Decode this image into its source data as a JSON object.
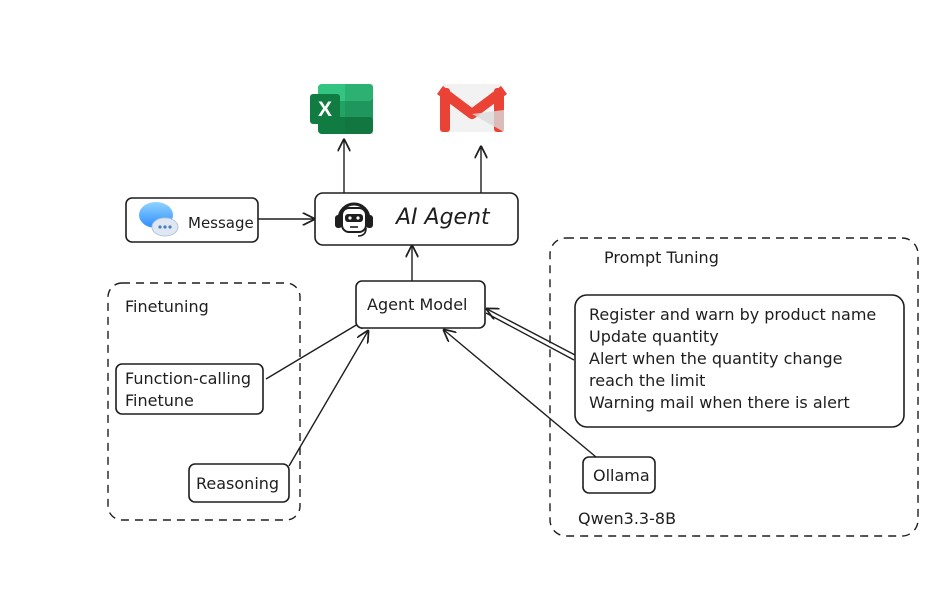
{
  "nodes": {
    "excel_icon": "excel-icon",
    "gmail_icon": "gmail-icon",
    "message": {
      "icon": "messages-bubble-icon",
      "label": "Message"
    },
    "ai_agent": {
      "icon": "robot-headset-icon",
      "label": "AI Agent"
    },
    "agent_model": {
      "label": "Agent Model"
    },
    "function_calling": {
      "line1": "Function-calling",
      "line2": "Finetune"
    },
    "reasoning": {
      "label": "Reasoning"
    },
    "ollama": {
      "label": "Ollama"
    },
    "prompt_box": {
      "lines": [
        "Register and warn by product name",
        "Update quantity",
        "Alert when the quantity change",
        "reach the limit",
        "Warning mail when there is alert"
      ]
    }
  },
  "groups": {
    "finetuning": {
      "label": "Finetuning"
    },
    "prompt_tuning": {
      "label": "Prompt Tuning",
      "caption": "Qwen3.3-8B"
    }
  },
  "colors": {
    "stroke": "#1e1e1e",
    "excel_dark": "#107c41",
    "excel_mid": "#21a366",
    "excel_light": "#33c481",
    "excel_accent": "#185c37",
    "gmail_red": "#ea4335",
    "gmail_body": "#f2f2f2",
    "message_blue": "#2d9cff",
    "message_light": "#9fd8ff"
  }
}
